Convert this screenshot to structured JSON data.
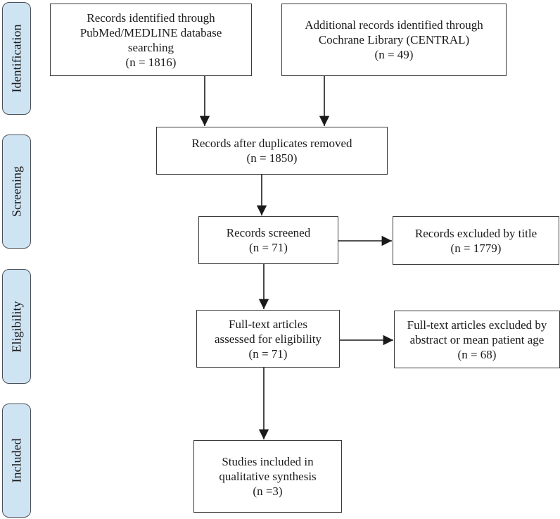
{
  "stages": {
    "identification": "Identification",
    "screening": "Screening",
    "eligibility": "Eligibility",
    "included": "Included"
  },
  "boxes": {
    "pubmed": {
      "lines": [
        "Records identified through",
        "PubMed/MEDLINE database",
        "searching",
        "(n = 1816)"
      ]
    },
    "cochrane": {
      "lines": [
        "Additional records identified through",
        "Cochrane Library (CENTRAL)",
        "(n = 49)"
      ]
    },
    "duplicates": {
      "lines": [
        "Records after duplicates removed",
        "(n = 1850)"
      ]
    },
    "screened": {
      "lines": [
        "Records screened",
        "(n = 71)"
      ]
    },
    "excluded_title": {
      "lines": [
        "Records excluded by title",
        "(n = 1779)"
      ]
    },
    "fulltext": {
      "lines": [
        "Full-text articles",
        "assessed for eligibility",
        "(n = 71)"
      ]
    },
    "excluded_fulltext": {
      "lines": [
        "Full-text articles excluded by",
        "abstract or mean patient age",
        "(n = 68)"
      ]
    },
    "included": {
      "lines": [
        "Studies included in",
        "qualitative synthesis",
        "(n =3)"
      ]
    }
  },
  "colors": {
    "stage_fill": "#cfe4f3",
    "stroke": "#3a3a3a"
  }
}
